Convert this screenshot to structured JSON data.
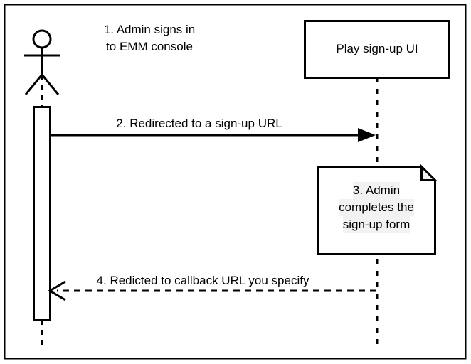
{
  "diagram": {
    "type": "uml-sequence-diagram",
    "background_color": "#ffffff",
    "stroke_color": "#000000",
    "note_fill_color": "#ffffff",
    "note_fold_color": "#f0f0f0",
    "text_highlight_color": "#f2f2f2",
    "actor": {
      "name": "admin-actor",
      "label": "1. Admin signs in\nto EMM console",
      "label_line1": "1. Admin signs in",
      "label_line2": "to EMM console"
    },
    "participant": {
      "name": "play-sign-up-ui",
      "label": "Play sign-up UI"
    },
    "messages": [
      {
        "step": "2",
        "label": "2. Redirected to a sign-up URL",
        "style": "solid",
        "arrowhead": "filled",
        "direction": "left-to-right"
      },
      {
        "step": "4",
        "label": "4. Redicted to callback URL you specify",
        "style": "dashed",
        "arrowhead": "open",
        "direction": "right-to-left"
      }
    ],
    "note": {
      "step": "3",
      "label": "3. Admin\ncompletes the\nsign-up form",
      "line1": "3. Admin",
      "line2": "completes the",
      "line3": "sign-up form"
    }
  }
}
